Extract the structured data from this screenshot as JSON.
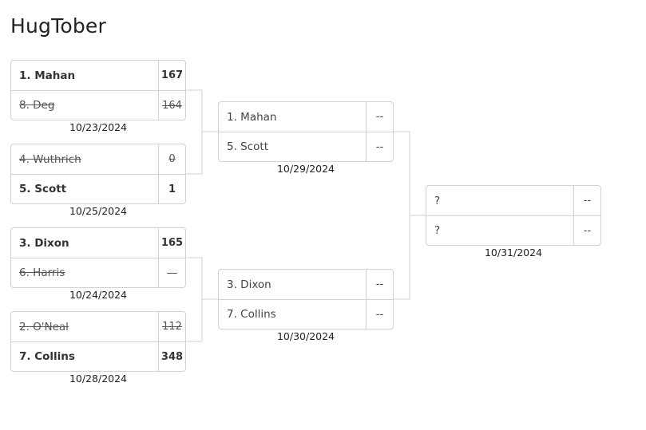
{
  "page": {
    "title": "HugTober"
  },
  "bracket": {
    "round1": [
      {
        "date": "10/23/2024",
        "slots": [
          {
            "name": "1. Mahan",
            "score": "167",
            "state": "win"
          },
          {
            "name": "8. Deg",
            "score": "164",
            "state": "lose"
          }
        ]
      },
      {
        "date": "10/25/2024",
        "slots": [
          {
            "name": "4. Wuthrich",
            "score": "0",
            "state": "lose"
          },
          {
            "name": "5. Scott",
            "score": "1",
            "state": "win"
          }
        ]
      },
      {
        "date": "10/24/2024",
        "slots": [
          {
            "name": "3. Dixon",
            "score": "165",
            "state": "win"
          },
          {
            "name": "6. Harris",
            "score": "—",
            "state": "lose"
          }
        ]
      },
      {
        "date": "10/28/2024",
        "slots": [
          {
            "name": "2. O'Neal",
            "score": "112",
            "state": "lose"
          },
          {
            "name": "7. Collins",
            "score": "348",
            "state": "win"
          }
        ]
      }
    ],
    "round2": [
      {
        "date": "10/29/2024",
        "slots": [
          {
            "name": "1. Mahan",
            "score": "--",
            "state": "pending"
          },
          {
            "name": "5. Scott",
            "score": "--",
            "state": "pending"
          }
        ]
      },
      {
        "date": "10/30/2024",
        "slots": [
          {
            "name": "3. Dixon",
            "score": "--",
            "state": "pending"
          },
          {
            "name": "7. Collins",
            "score": "--",
            "state": "pending"
          }
        ]
      }
    ],
    "final": [
      {
        "date": "10/31/2024",
        "slots": [
          {
            "name": "?",
            "score": "--",
            "state": "pending"
          },
          {
            "name": "?",
            "score": "--",
            "state": "pending"
          }
        ]
      }
    ]
  }
}
